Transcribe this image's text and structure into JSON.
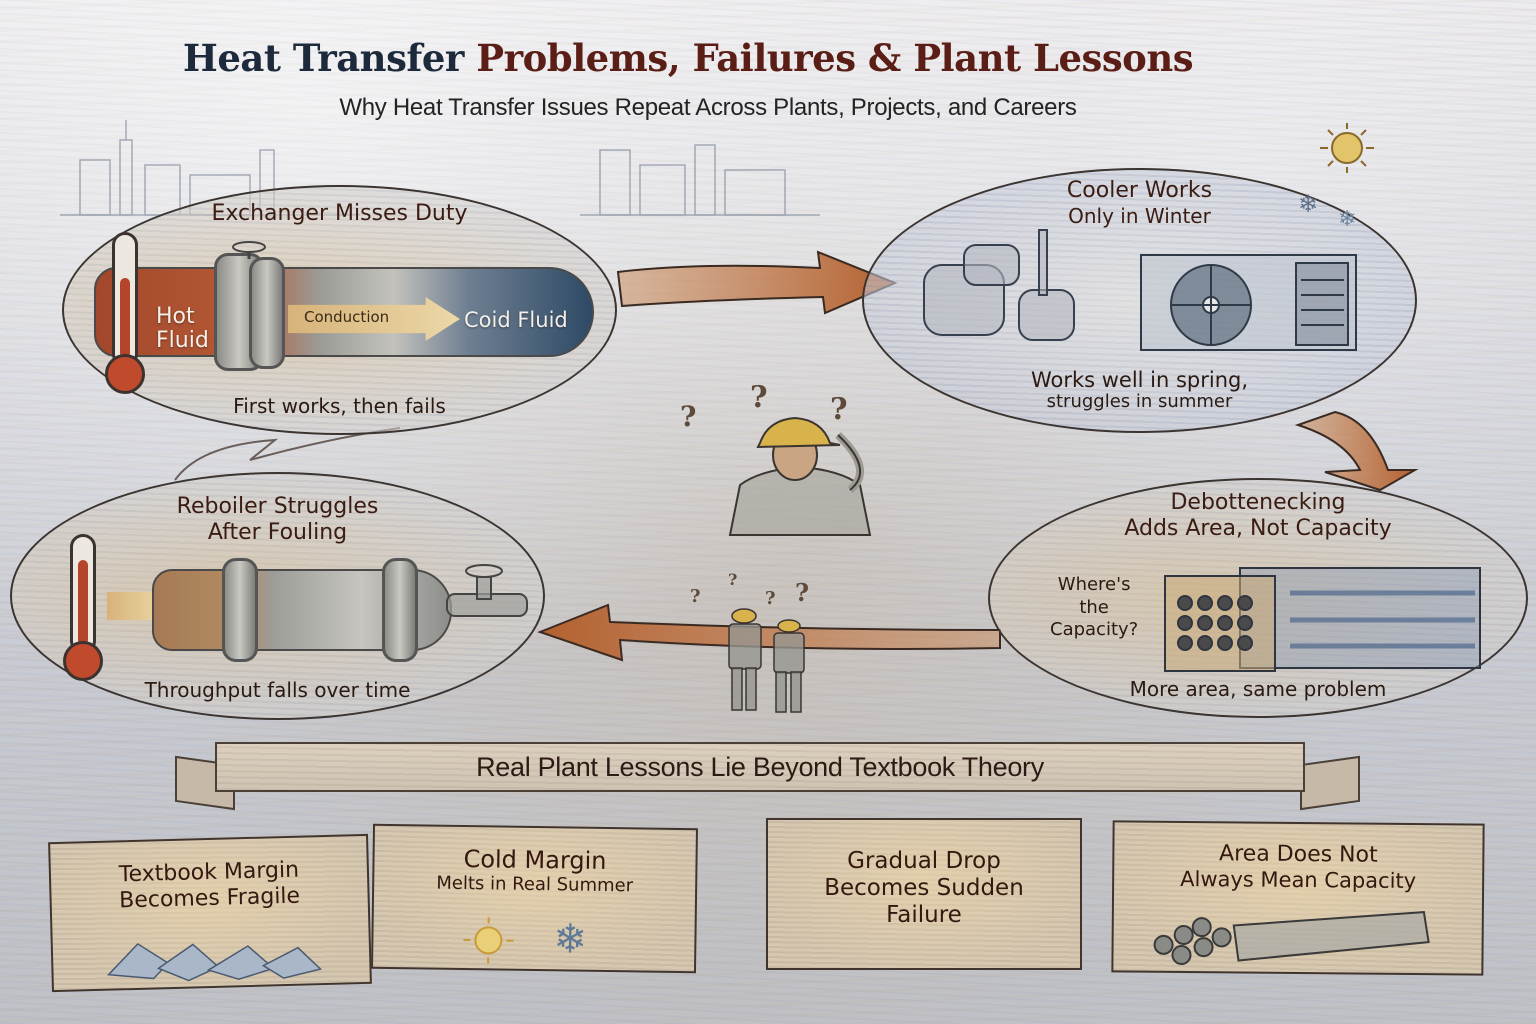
{
  "header": {
    "title_part1": "Heat Transfer",
    "title_part2": "Problems, Failures & Plant Lessons",
    "subtitle": "Why Heat Transfer Issues Repeat Across Plants, Projects, and Careers"
  },
  "colors": {
    "title_dark_blue": "#1c2a3c",
    "title_maroon": "#5a1e16",
    "text_brown": "#3a1c12",
    "arrow_orange": "#b9693a",
    "hot_red": "#b4442a",
    "cold_blue": "#2e4a66",
    "hardhat_yellow": "#d8b24a",
    "background": "#d5d6dc",
    "parchment": "#d6c7b0"
  },
  "panels": [
    {
      "id": "exchanger-misses-duty",
      "title": "Exchanger Misses Duty",
      "labels": {
        "hot": "Hot Fluid",
        "hot_line1": "Hot",
        "hot_line2": "Fluid",
        "arrow": "Conduction",
        "cold": "Coid Fluid"
      },
      "caption": "First works, then fails",
      "icons": [
        "thermometer-icon",
        "pipe-exchanger-icon",
        "valve-icon"
      ]
    },
    {
      "id": "cooler-works-only-in-winter",
      "title_line1": "Cooler Works",
      "title_line2": "Only in Winter",
      "caption_line1": "Works well in spring,",
      "caption_line2": "struggles in summer",
      "icons": [
        "sun-icon",
        "snowflake-icon",
        "tank-icon",
        "fan-cooler-icon"
      ]
    },
    {
      "id": "reboiler-struggles",
      "title_line1": "Reboiler Struggles",
      "title_line2": "After Fouling",
      "caption": "Throughput falls over time",
      "icons": [
        "thermometer-icon",
        "fouled-pipe-icon",
        "valve-icon"
      ]
    },
    {
      "id": "debottlenecking",
      "title_line1": "Debottenecking",
      "title_line2": "Adds Area, Not Capacity",
      "side_line1": "Where's",
      "side_line2": "the",
      "side_line3": "Capacity?",
      "caption": "More area, same problem",
      "icons": [
        "tube-bundle-icon"
      ]
    }
  ],
  "center": {
    "engineer_figure": "engineer-scratching-head",
    "question_marks": [
      "?",
      "?",
      "?",
      "?",
      "?",
      "?",
      "?"
    ]
  },
  "banner": {
    "text": "Real Plant Lessons Lie Beyond Textbook Theory"
  },
  "lessons": [
    {
      "line1": "Textbook Margin",
      "line2": "Becomes Fragile",
      "icon": "crumpled-paper-icon"
    },
    {
      "line1": "Cold Margin",
      "line2": "Melts in Real Summer",
      "icon": "sun-and-snowflake-icon"
    },
    {
      "line1": "Gradual Drop",
      "line2": "Becomes Sudden",
      "line3": "Failure",
      "icon": "rubble-icon"
    },
    {
      "line1": "Area Does Not",
      "line2": "Always Mean Capacity",
      "icon": "tube-bundle-icon"
    }
  ]
}
